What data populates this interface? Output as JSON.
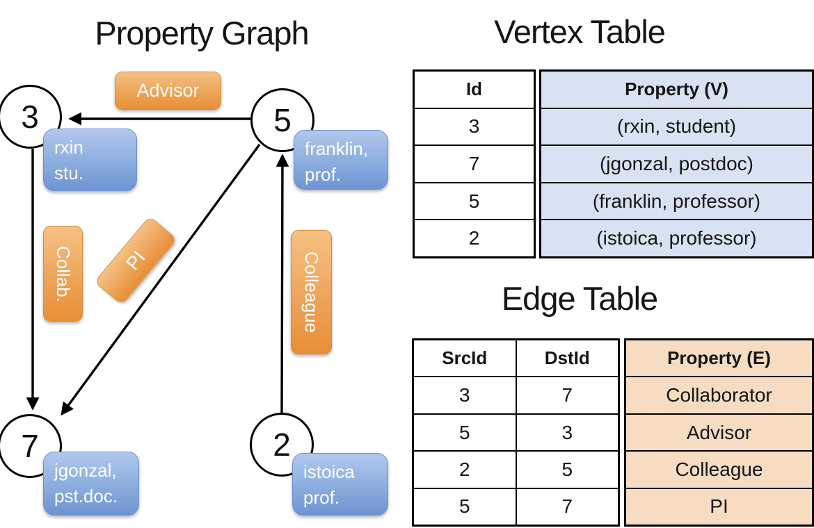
{
  "colors": {
    "edge_label_orange_top": "#f6c183",
    "edge_label_orange_bottom": "#e88f35",
    "vertex_label_blue_top": "#b2c8ee",
    "vertex_label_blue_bottom": "#6e94d2",
    "vertex_table_fill": "#d9e2f3",
    "edge_table_fill": "#f6ddc2",
    "line_color": "#000000"
  },
  "graph": {
    "title": "Property Graph",
    "nodes": [
      {
        "id": "3",
        "prop_line1": "rxin",
        "prop_line2": "stu."
      },
      {
        "id": "5",
        "prop_line1": "franklin,",
        "prop_line2": "prof."
      },
      {
        "id": "7",
        "prop_line1": "jgonzal,",
        "prop_line2": "pst.doc."
      },
      {
        "id": "2",
        "prop_line1": "istoica",
        "prop_line2": "prof."
      }
    ],
    "edge_labels": {
      "advisor": "Advisor",
      "collab": "Collab.",
      "pi": "PI",
      "colleague": "Colleague"
    }
  },
  "vertex_table": {
    "title": "Vertex Table",
    "id_header": "Id",
    "property_header": "Property (V)",
    "rows": [
      {
        "id": "3",
        "property": "(rxin, student)"
      },
      {
        "id": "7",
        "property": "(jgonzal, postdoc)"
      },
      {
        "id": "5",
        "property": "(franklin, professor)"
      },
      {
        "id": "2",
        "property": "(istoica, professor)"
      }
    ]
  },
  "edge_table": {
    "title": "Edge Table",
    "src_header": "SrcId",
    "dst_header": "DstId",
    "property_header": "Property (E)",
    "rows": [
      {
        "src": "3",
        "dst": "7",
        "property": "Collaborator"
      },
      {
        "src": "5",
        "dst": "3",
        "property": "Advisor"
      },
      {
        "src": "2",
        "dst": "5",
        "property": "Colleague"
      },
      {
        "src": "5",
        "dst": "7",
        "property": "PI"
      }
    ]
  }
}
